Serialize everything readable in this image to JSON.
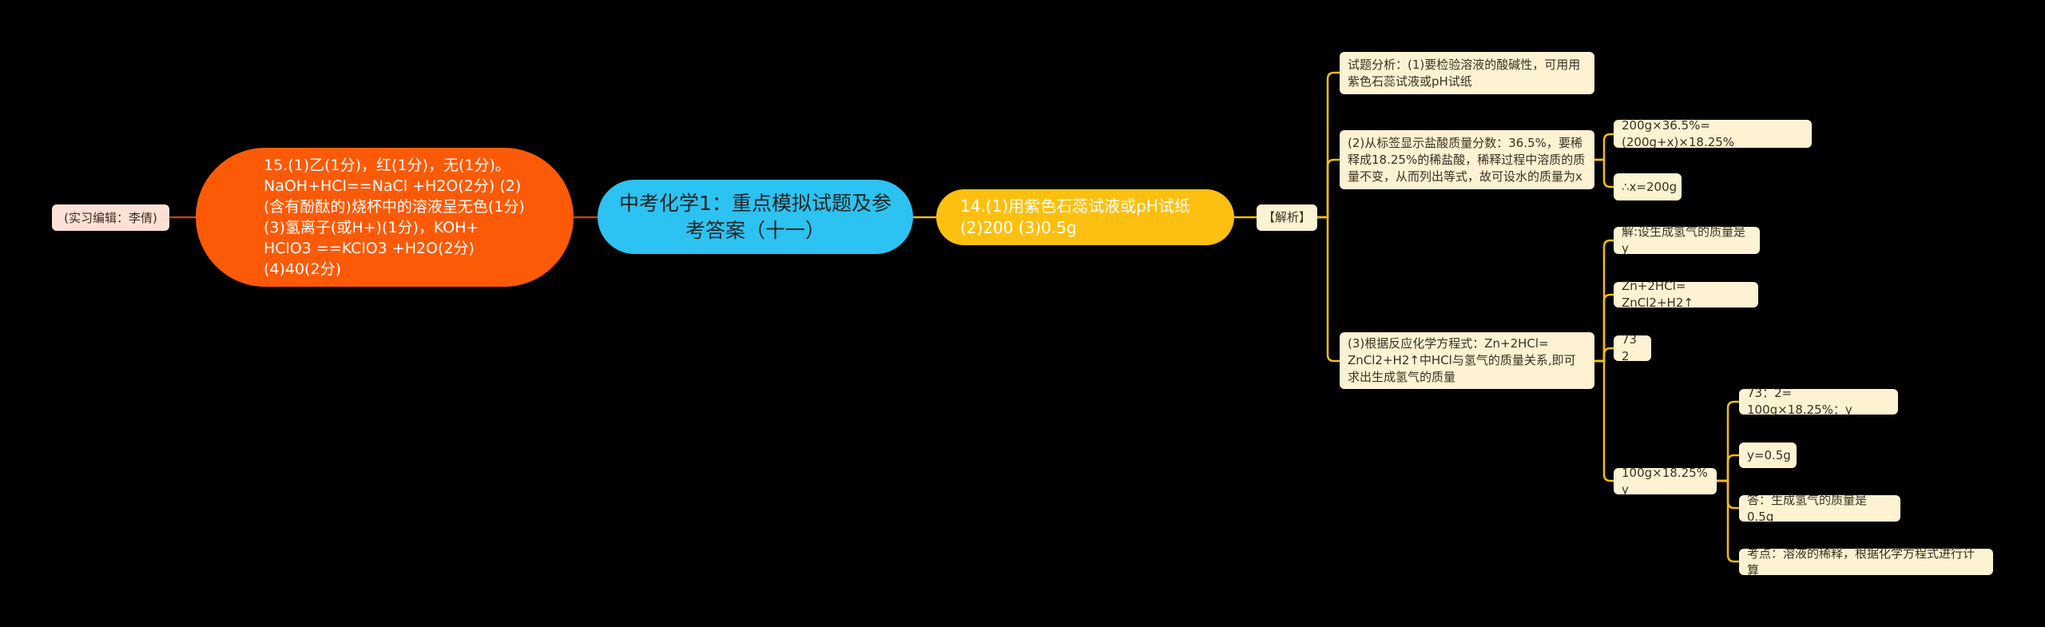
{
  "root": {
    "title": "中考化学1：重点模拟试题及参考答案（十一）"
  },
  "left": {
    "answer15": "15.(1)乙(1分)，红(1分)，无(1分)。NaOH+HCl==NaCl +H2O(2分) (2)(含有酚酞的)烧杯中的溶液呈无色(1分) (3)氢离子(或H+)(1分)，KOH+ HClO3 ==KClO3 +H2O(2分) (4)40(2分)",
    "editor": "(实习编辑：李倩)"
  },
  "right": {
    "answer14": "14.(1)用紫色石蕊试液或pH试纸 (2)200 (3)0.5g",
    "analysis_label": "【解析】",
    "a1": "试题分析：(1)要检验溶液的酸碱性，可用用紫色石蕊试液或pH试纸",
    "a2": "(2)从标签显示盐酸质量分数：36.5%，要稀释成18.25%的稀盐酸，稀释过程中溶质的质量不变，从而列出等式，故可设水的质量为x",
    "a2_children": [
      "200g×36.5%=(200g+x)×18.25%",
      "∴x=200g"
    ],
    "a3": "(3)根据反应化学方程式：Zn+2HCl= ZnCl2+H2↑中HCl与氢气的质量关系,即可求出生成氢气的质量",
    "a3_children": [
      "解:设生成氢气的质量是y",
      "Zn+2HCl= ZnCl2+H2↑",
      "73 2",
      "100g×18.25% y"
    ],
    "a3_sub_children": [
      "73：2= 100g×18.25%：y",
      "y=0.5g",
      "答：生成氢气的质量是0.5g",
      "考点：溶液的稀释，根据化学方程式进行计算"
    ]
  },
  "colors": {
    "orange": "#fd5a07",
    "blue": "#2cc2f1",
    "yellow": "#fdc010",
    "beige": "#fdf2d2",
    "line_left": "#b8441a",
    "line_right": "#f2bd16"
  }
}
